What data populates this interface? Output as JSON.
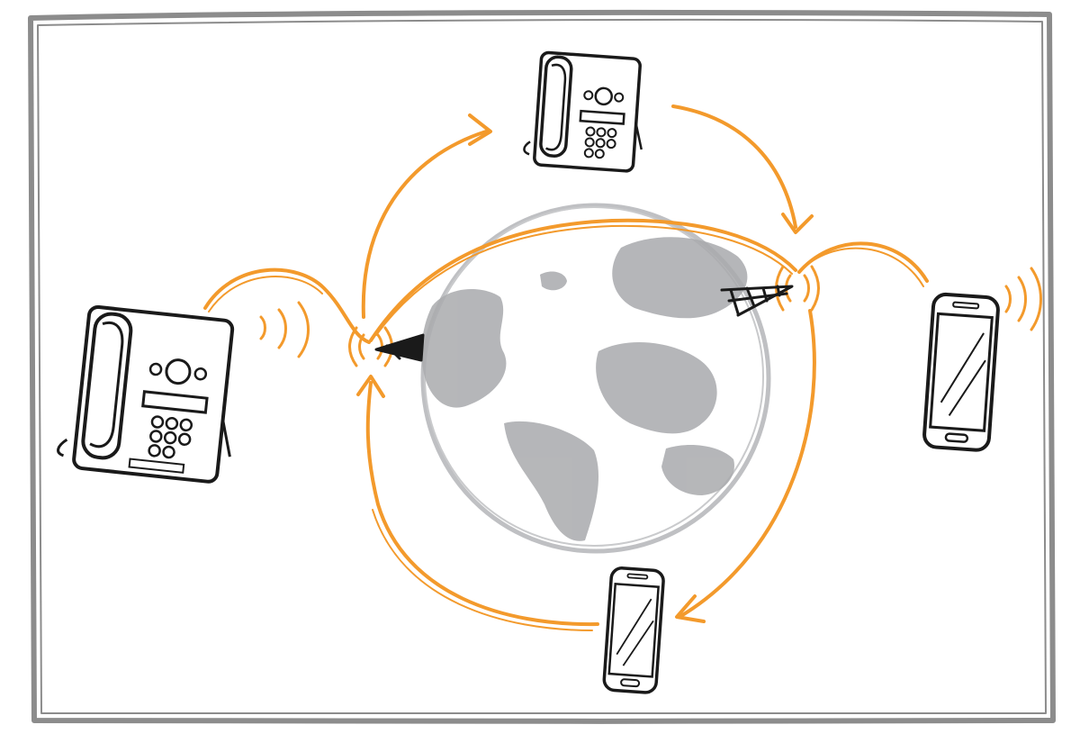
{
  "colors": {
    "background": "#ffffff",
    "frame": "#8c8c8c",
    "accent": "#f39a2c",
    "ink": "#1a1a1a",
    "globe": "#bfc0c3",
    "land": "#a9aaad"
  },
  "nodes": [
    {
      "name": "desk-phone-left",
      "icon": "desk-phone-icon"
    },
    {
      "name": "desk-phone-top",
      "icon": "desk-phone-icon"
    },
    {
      "name": "smartphone-right",
      "icon": "smartphone-icon"
    },
    {
      "name": "smartphone-bottom",
      "icon": "smartphone-icon"
    },
    {
      "name": "cell-tower-left",
      "icon": "cell-tower-icon"
    },
    {
      "name": "cell-tower-right",
      "icon": "cell-tower-icon"
    },
    {
      "name": "globe",
      "icon": "globe-icon"
    }
  ],
  "connections": [
    {
      "from": "desk-phone-left",
      "to": "cell-tower-left",
      "style": "wireless"
    },
    {
      "from": "cell-tower-left",
      "to": "desk-phone-top",
      "style": "arrow"
    },
    {
      "from": "desk-phone-top",
      "to": "cell-tower-right",
      "style": "arrow"
    },
    {
      "from": "cell-tower-left",
      "to": "cell-tower-right",
      "style": "link-over-globe"
    },
    {
      "from": "cell-tower-right",
      "to": "smartphone-right",
      "style": "wireless"
    },
    {
      "from": "cell-tower-right",
      "to": "smartphone-bottom",
      "style": "arrow"
    },
    {
      "from": "smartphone-bottom",
      "to": "cell-tower-left",
      "style": "arrow"
    }
  ]
}
